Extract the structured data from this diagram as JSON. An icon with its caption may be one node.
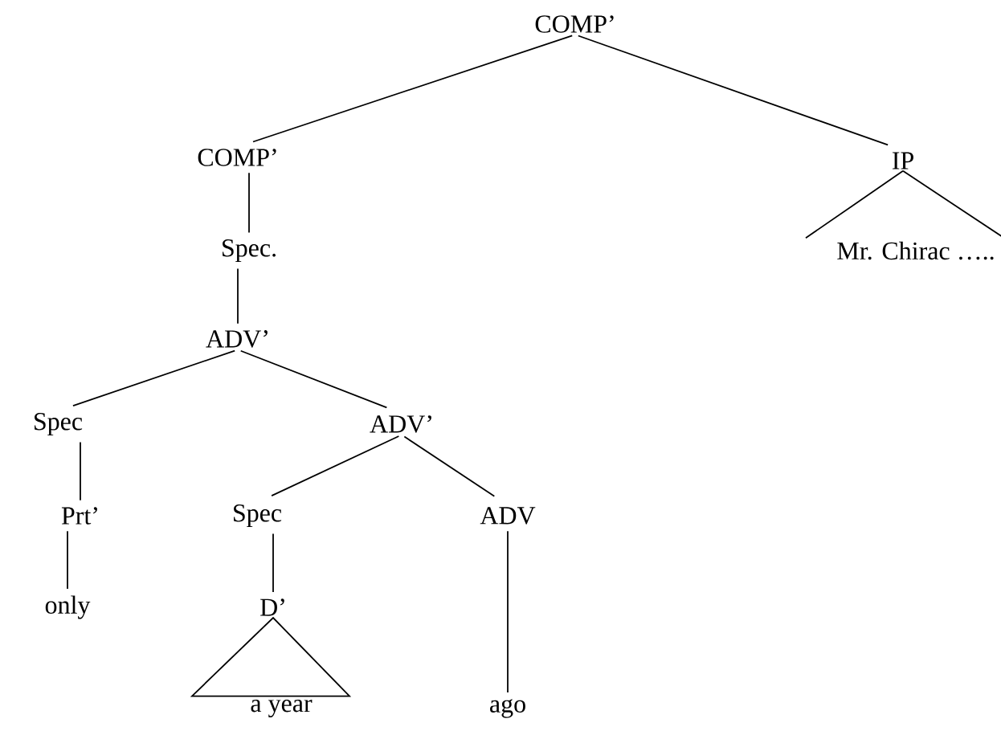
{
  "diagram": {
    "nodes": [
      {
        "text": [
          "COMP’"
        ]
      },
      {
        "text": [
          "COMP’"
        ]
      },
      {
        "text": [
          "IP"
        ]
      },
      {
        "text": [
          "Mr. Chirac ….."
        ]
      },
      {
        "text": [
          "Spec."
        ]
      },
      {
        "text": [
          "ADV’"
        ]
      },
      {
        "text": [
          "Spec"
        ]
      },
      {
        "text": [
          "ADV’"
        ]
      },
      {
        "text": [
          "Prt’"
        ]
      },
      {
        "text": [
          "Spec"
        ]
      },
      {
        "text": [
          "ADV"
        ]
      },
      {
        "text": [
          "only"
        ]
      },
      {
        "text": [
          "D’"
        ]
      },
      {
        "text": [
          "a  year"
        ]
      },
      {
        "text": [
          "ago"
        ]
      }
    ],
    "edges": [
      {
        "from": 0,
        "to": 1,
        "arrow": "none"
      },
      {
        "from": 0,
        "to": 2,
        "arrow": "none"
      },
      {
        "from": 2,
        "to": 3,
        "arrow": "none"
      },
      {
        "from": 1,
        "to": 4,
        "arrow": "none"
      },
      {
        "from": 4,
        "to": 5,
        "arrow": "none"
      },
      {
        "from": 5,
        "to": 6,
        "arrow": "none"
      },
      {
        "from": 5,
        "to": 7,
        "arrow": "none"
      },
      {
        "from": 6,
        "to": 8,
        "arrow": "none"
      },
      {
        "from": 8,
        "to": 11,
        "arrow": "none"
      },
      {
        "from": 7,
        "to": 9,
        "arrow": "none"
      },
      {
        "from": 7,
        "to": 10,
        "arrow": "none"
      },
      {
        "from": 9,
        "to": 12,
        "arrow": "none"
      },
      {
        "from": 12,
        "to": 13,
        "arrow": "none"
      },
      {
        "from": 10,
        "to": 14,
        "arrow": "none"
      }
    ]
  }
}
